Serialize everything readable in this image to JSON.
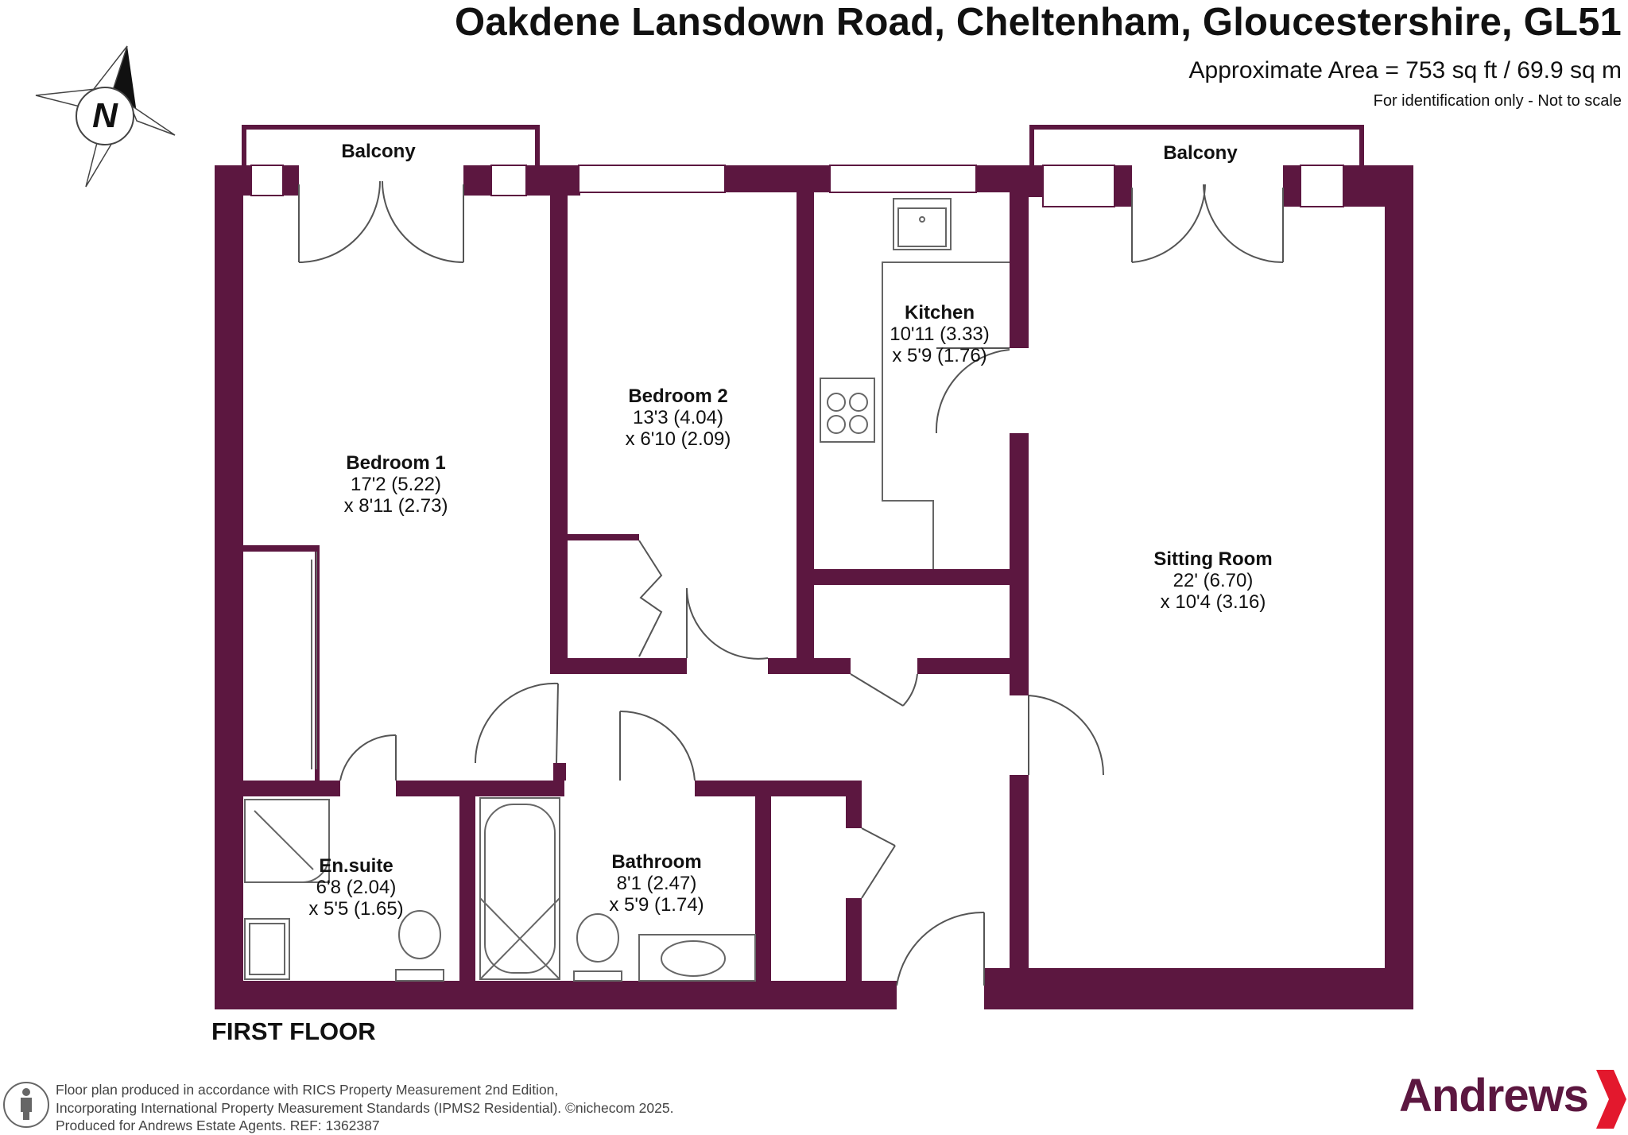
{
  "header": {
    "title": "Oakdene Lansdown Road, Cheltenham, Gloucestershire, GL51",
    "area": "Approximate Area = 753 sq ft / 69.9 sq m",
    "note": "For identification only - Not to scale"
  },
  "compass": {
    "letter": "N",
    "icon": "north-compass-icon"
  },
  "rooms": [
    {
      "id": "bedroom1",
      "name": "Bedroom 1",
      "dim1": "17'2 (5.22)",
      "dim2": "x 8'11 (2.73)"
    },
    {
      "id": "bedroom2",
      "name": "Bedroom 2",
      "dim1": "13'3 (4.04)",
      "dim2": "x 6'10 (2.09)"
    },
    {
      "id": "kitchen",
      "name": "Kitchen",
      "dim1": "10'11 (3.33)",
      "dim2": "x 5'9 (1.76)"
    },
    {
      "id": "sitting",
      "name": "Sitting Room",
      "dim1": "22' (6.70)",
      "dim2": "x 10'4 (3.16)"
    },
    {
      "id": "ensuite",
      "name": "En.suite",
      "dim1": "6'8 (2.04)",
      "dim2": "x 5'5 (1.65)"
    },
    {
      "id": "bathroom",
      "name": "Bathroom",
      "dim1": "8'1 (2.47)",
      "dim2": "x 5'9 (1.74)"
    }
  ],
  "balconies": [
    "Balcony",
    "Balcony"
  ],
  "floor_label": "FIRST FLOOR",
  "footer": {
    "line1": "Floor plan produced in accordance with RICS Property Measurement 2nd Edition,",
    "line2": "Incorporating International Property Measurement Standards (IPMS2 Residential).  ©nichecom 2025.",
    "line3": "Produced for Andrews Estate Agents.   REF: 1362387"
  },
  "brand": {
    "name": "Andrews"
  },
  "colors": {
    "wall": "#5c1740",
    "brand": "#5c1740",
    "accent": "#e3182d"
  }
}
